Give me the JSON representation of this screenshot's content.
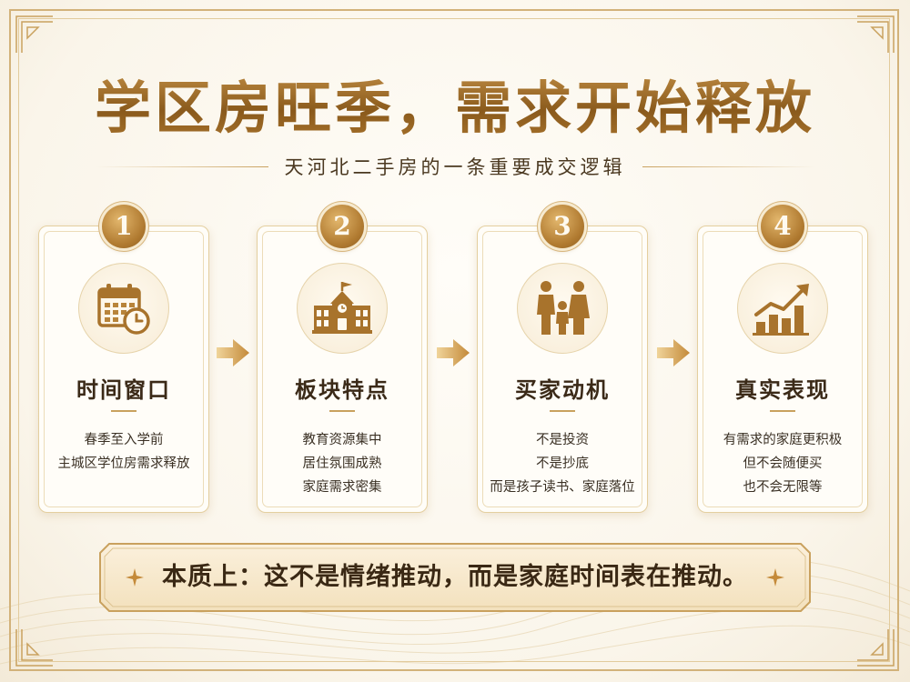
{
  "title": "学区房旺季，需求开始释放",
  "subtitle": "天河北二手房的一条重要成交逻辑",
  "colors": {
    "gold": "#b07a30",
    "dark_gold": "#8a5a1c",
    "text": "#3b2a18",
    "background": "#fbf8f1"
  },
  "cards": [
    {
      "number": "1",
      "icon": "calendar-clock-icon",
      "title": "时间窗口",
      "lines": [
        "春季至入学前",
        "主城区学位房需求释放"
      ]
    },
    {
      "number": "2",
      "icon": "school-building-icon",
      "title": "板块特点",
      "lines": [
        "教育资源集中",
        "居住氛围成熟",
        "家庭需求密集"
      ]
    },
    {
      "number": "3",
      "icon": "family-icon",
      "title": "买家动机",
      "lines": [
        "不是投资",
        "不是抄底",
        "而是孩子读书、家庭落位"
      ]
    },
    {
      "number": "4",
      "icon": "rising-bar-chart-icon",
      "title": "真实表现",
      "lines": [
        "有需求的家庭更积极",
        "但不会随便买",
        "也不会无限等"
      ]
    }
  ],
  "banner": {
    "text": "本质上：这不是情绪推动，而是家庭时间表在推动。"
  }
}
